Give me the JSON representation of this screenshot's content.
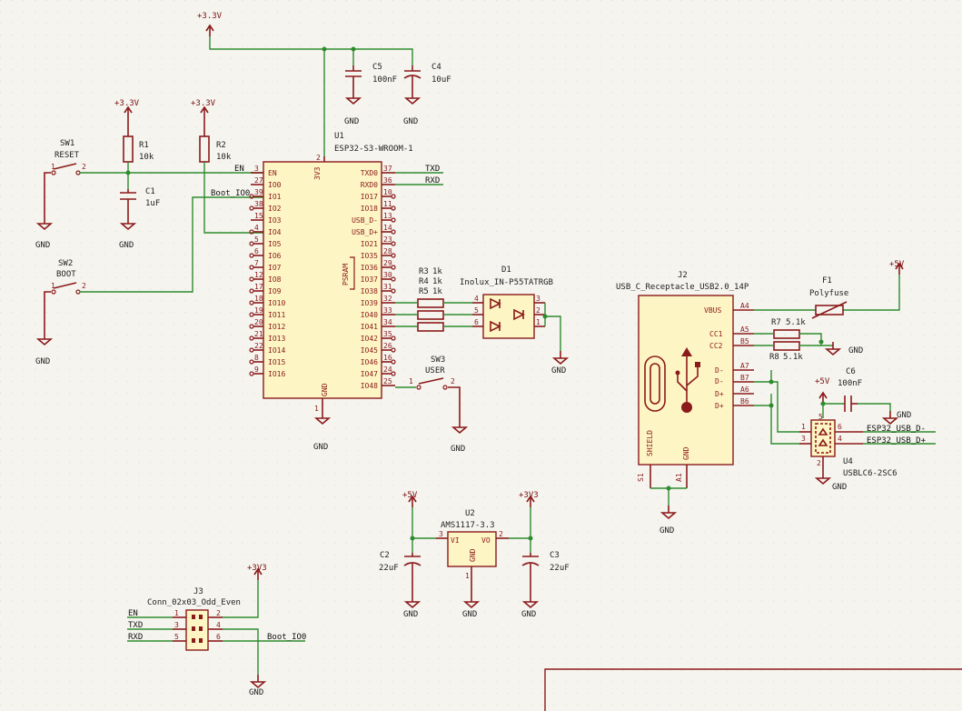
{
  "power": {
    "v33": "+3.3V",
    "v33b": "+3V3",
    "v5": "+5V",
    "gnd": "GND"
  },
  "u1": {
    "ref": "U1",
    "value": "ESP32-S3-WROOM-1",
    "pin_v3": "3V3",
    "pin_gnd": "GND",
    "psram": "PSRAM",
    "num_top": "2",
    "num_bottom": "1",
    "left_pins": [
      {
        "name": "EN",
        "num": "3"
      },
      {
        "name": "IO0",
        "num": "27"
      },
      {
        "name": "IO1",
        "num": "39"
      },
      {
        "name": "IO2",
        "num": "38"
      },
      {
        "name": "IO3",
        "num": "15"
      },
      {
        "name": "IO4",
        "num": "4"
      },
      {
        "name": "IO5",
        "num": "5"
      },
      {
        "name": "IO6",
        "num": "6"
      },
      {
        "name": "IO7",
        "num": "7"
      },
      {
        "name": "IO8",
        "num": "12"
      },
      {
        "name": "IO9",
        "num": "17"
      },
      {
        "name": "IO10",
        "num": "18"
      },
      {
        "name": "IO11",
        "num": "19"
      },
      {
        "name": "IO12",
        "num": "20"
      },
      {
        "name": "IO13",
        "num": "21"
      },
      {
        "name": "IO14",
        "num": "22"
      },
      {
        "name": "IO15",
        "num": "8"
      },
      {
        "name": "IO16",
        "num": "9"
      }
    ],
    "right_pins": [
      {
        "name": "TXD0",
        "num": "37"
      },
      {
        "name": "RXD0",
        "num": "36"
      },
      {
        "name": "IO17",
        "num": "10"
      },
      {
        "name": "IO18",
        "num": "11"
      },
      {
        "name": "USB_D-",
        "num": "13"
      },
      {
        "name": "USB_D+",
        "num": "14"
      },
      {
        "name": "IO21",
        "num": "23"
      },
      {
        "name": "IO35",
        "num": "28"
      },
      {
        "name": "IO36",
        "num": "29"
      },
      {
        "name": "IO37",
        "num": "30"
      },
      {
        "name": "IO38",
        "num": "31"
      },
      {
        "name": "IO39",
        "num": "32"
      },
      {
        "name": "IO40",
        "num": "33"
      },
      {
        "name": "IO41",
        "num": "34"
      },
      {
        "name": "IO42",
        "num": "35"
      },
      {
        "name": "IO45",
        "num": "26"
      },
      {
        "name": "IO46",
        "num": "16"
      },
      {
        "name": "IO47",
        "num": "24"
      },
      {
        "name": "IO48",
        "num": "25"
      }
    ]
  },
  "labels": {
    "en": "EN",
    "txd": "TXD",
    "rxd": "RXD",
    "boot_io0": "Boot_IO0",
    "usb_dm": "ESP32_USB_D-",
    "usb_dp": "ESP32_USB_D+"
  },
  "c5": {
    "ref": "C5",
    "value": "100nF"
  },
  "c4": {
    "ref": "C4",
    "value": "10uF"
  },
  "c1": {
    "ref": "C1",
    "value": "1uF"
  },
  "c2": {
    "ref": "C2",
    "value": "22uF"
  },
  "c3": {
    "ref": "C3",
    "value": "22uF"
  },
  "c6": {
    "ref": "C6",
    "value": "100nF"
  },
  "r1": {
    "ref": "R1",
    "value": "10k"
  },
  "r2": {
    "ref": "R2",
    "value": "10k"
  },
  "r3": {
    "ref": "R3",
    "value": "1k"
  },
  "r4": {
    "ref": "R4",
    "value": "1k"
  },
  "r5": {
    "ref": "R5",
    "value": "1k"
  },
  "r7": {
    "ref": "R7",
    "value": "5.1k"
  },
  "r8": {
    "ref": "R8",
    "value": "5.1k"
  },
  "sw1": {
    "ref": "SW1",
    "value": "RESET",
    "p1": "1",
    "p2": "2"
  },
  "sw2": {
    "ref": "SW2",
    "value": "BOOT",
    "p1": "1",
    "p2": "2"
  },
  "sw3": {
    "ref": "SW3",
    "value": "USER",
    "p1": "1",
    "p2": "2"
  },
  "d1": {
    "ref": "D1",
    "value": "Inolux_IN-P55TATRGB",
    "pins": [
      "4",
      "5",
      "6",
      "3",
      "2",
      "1"
    ]
  },
  "j2": {
    "ref": "J2",
    "value": "USB_C_Receptacle_USB2.0_14P",
    "vbus": "VBUS",
    "cc1": "CC1",
    "cc2": "CC2",
    "dm1": "D-",
    "dm2": "D-",
    "dp1": "D+",
    "dp2": "D+",
    "shield": "SHIELD",
    "gnd": "GND",
    "pins": {
      "a4": "A4",
      "a5": "A5",
      "b5": "B5",
      "a7": "A7",
      "b7": "B7",
      "a6": "A6",
      "b6": "B6",
      "s1": "S1",
      "a1": "A1"
    }
  },
  "f1": {
    "ref": "F1",
    "value": "Polyfuse"
  },
  "u4": {
    "ref": "U4",
    "value": "USBLC6-2SC6",
    "pins": [
      "5",
      "1",
      "3",
      "6",
      "4",
      "2"
    ]
  },
  "u2": {
    "ref": "U2",
    "value": "AMS1117-3.3",
    "vi": "VI",
    "vo": "VO",
    "gnd": "GND",
    "p_in": "3",
    "p_out": "2",
    "p_gnd": "1"
  },
  "j3": {
    "ref": "J3",
    "value": "Conn_02x03_Odd_Even",
    "pins": [
      "1",
      "2",
      "3",
      "4",
      "5",
      "6"
    ]
  }
}
